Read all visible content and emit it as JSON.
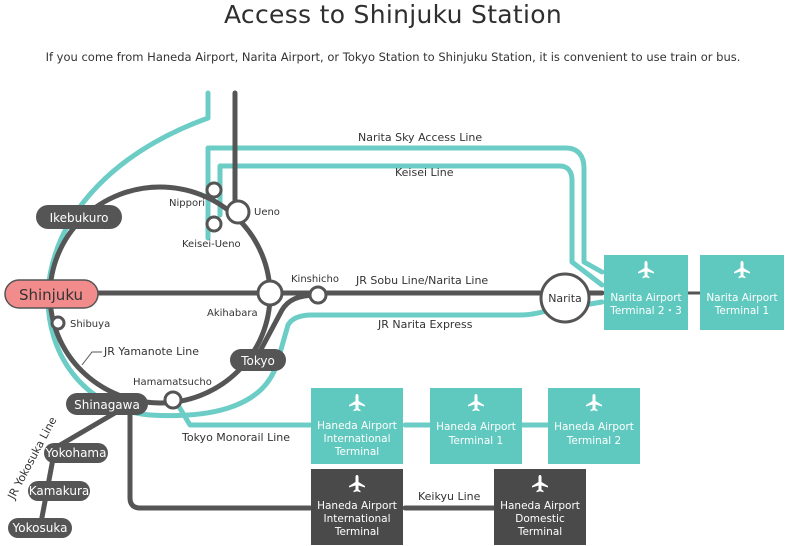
{
  "page": {
    "title": "Access to Shinjuku Station",
    "subtitle": "If you come from Haneda Airport, Narita Airport, or Tokyo Station to Shinjuku Station, it is convenient to use train or bus."
  },
  "colors": {
    "teal": "#6ccdc6",
    "teal_box": "#5fc9bf",
    "dark": "#555555",
    "dark_box": "#4a4a4a",
    "shinjuku_pill": "#f28b8b",
    "text": "#333333"
  },
  "lines": {
    "sky_access": "Narita Sky Access Line",
    "keisei": "Keisei Line",
    "sobu_narita": "JR Sobu Line/Narita Line",
    "narita_express": "JR Narita Express",
    "yamanote": "JR Yamanote Line",
    "monorail": "Tokyo Monorail Line",
    "keikyu": "Keikyu Line",
    "yokosuka": "JR Yokosuka Line"
  },
  "stations": {
    "shinjuku": "Shinjuku",
    "ikebukuro": "Ikebukuro",
    "tokyo": "Tokyo",
    "shinagawa": "Shinagawa",
    "nippori": "Nippori",
    "ueno": "Ueno",
    "keisei_ueno": "Keisei-Ueno",
    "kinshicho": "Kinshicho",
    "akihabara": "Akihabara",
    "shibuya": "Shibuya",
    "hamamatsucho": "Hamamatsucho",
    "narita": "Narita",
    "yokohama": "Yokohama",
    "kamakura": "Kamakura",
    "yokosuka": "Yokosuka"
  },
  "airports": {
    "narita_t23": [
      "Narita Airport",
      "Terminal 2・3"
    ],
    "narita_t1": [
      "Narita Airport",
      "Terminal 1"
    ],
    "haneda_intl_teal": [
      "Haneda Airport",
      "International",
      "Terminal"
    ],
    "haneda_t1": [
      "Haneda Airport",
      "Terminal 1"
    ],
    "haneda_t2": [
      "Haneda Airport",
      "Terminal 2"
    ],
    "haneda_intl_dark": [
      "Haneda Airport",
      "International",
      "Terminal"
    ],
    "haneda_domestic": [
      "Haneda Airport",
      "Domestic",
      "Terminal"
    ]
  },
  "icons": {
    "airplane": "airplane-icon"
  }
}
